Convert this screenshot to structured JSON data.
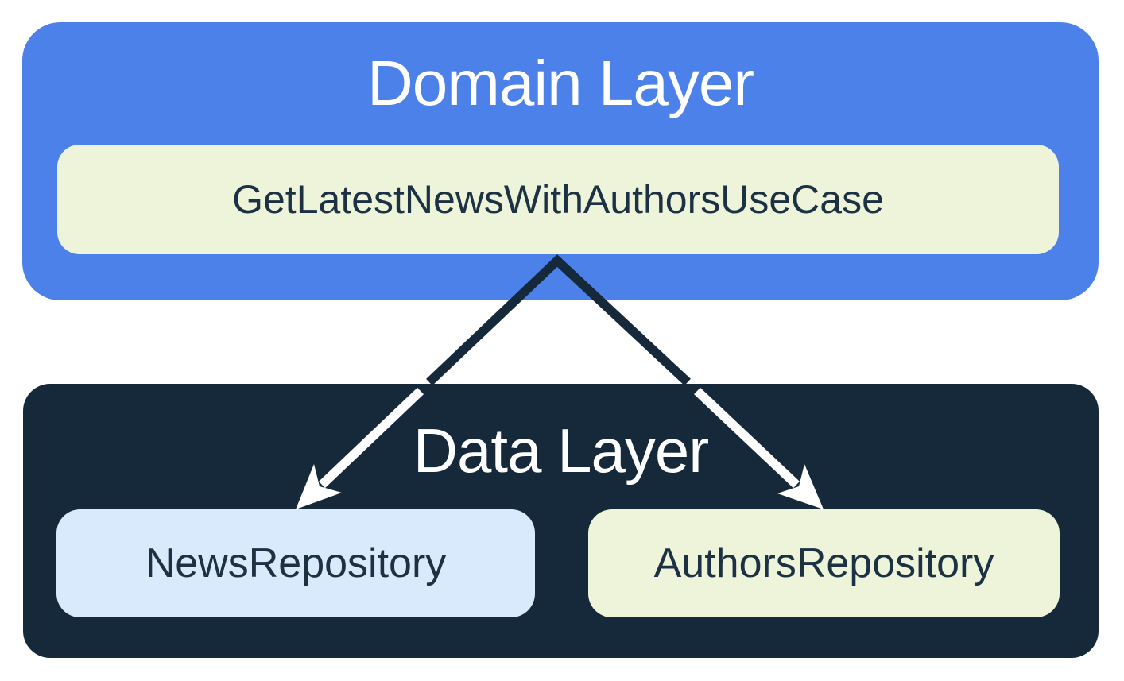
{
  "diagram": {
    "domain_layer": {
      "title": "Domain Layer",
      "usecase_label": "GetLatestNewsWithAuthorsUseCase"
    },
    "data_layer": {
      "title": "Data Layer",
      "repositories": [
        {
          "label": "NewsRepository"
        },
        {
          "label": "AuthorsRepository"
        }
      ]
    },
    "relations": [
      "GetLatestNewsWithAuthorsUseCase -> NewsRepository",
      "GetLatestNewsWithAuthorsUseCase -> AuthorsRepository"
    ]
  },
  "colors": {
    "domain_box_blue": "#4C81EA",
    "data_box_navy": "#16293B",
    "usecase_cream": "#EEF4D9",
    "news_light_blue": "#D9EAFC",
    "authors_cream": "#EEF4D9",
    "label_navy": "#1C3144",
    "title_white": "#FFFFFF",
    "arrow_dark": "#16293B",
    "arrow_light": "#FFFFFF",
    "background": "#FFFFFF"
  }
}
